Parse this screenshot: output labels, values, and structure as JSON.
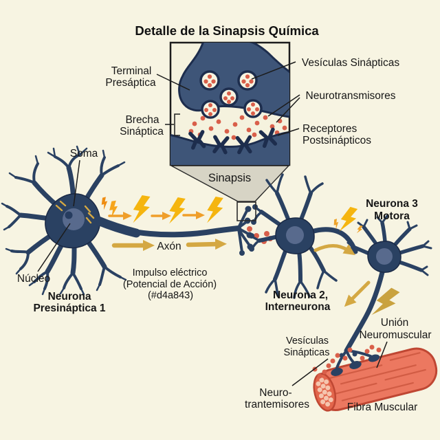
{
  "title": "Detalle de la Sinapsis Química",
  "colors": {
    "background": "#f7f4e2",
    "neuron_body": "#2a4162",
    "nucleus": "#5d6f92",
    "inset_membrane": "#3e5578",
    "membrane_outline": "#1d2d4d",
    "vesicle_fill": "#f7f4e1",
    "neurotransmitter_red": "#d95f4a",
    "lightning_yellow": "#f5b50f",
    "lightning_orange": "#ee8d12",
    "impulse_gold": "#d4a843",
    "muscle_fill": "#ec7860",
    "muscle_outline": "#bf4733",
    "funnel_gray": "#d7d4c5"
  },
  "inset": {
    "labels": {
      "terminal": [
        "Terminal",
        "Presáptica"
      ],
      "vesiculas": "Vesículas Sinápticas",
      "neurotransmisores": "Neurotransmisores",
      "receptores": [
        "Receptores",
        "Postsinápticos"
      ],
      "brecha": [
        "Brecha",
        "Sináptica"
      ],
      "sinapsis": "Sinapsis"
    }
  },
  "main": {
    "soma": "Soma",
    "nucleo": "Núcleo",
    "neurona1": [
      "Neurona",
      "Presináptica 1"
    ],
    "axon": "Axón",
    "impulso": [
      "Impulso eléctrico",
      "(Potencial de Acción)",
      "(#d4a843)"
    ],
    "neurona2": [
      "Neurona 2,",
      "Interneurona"
    ],
    "neurona3": [
      "Neurona 3",
      "Motora"
    ]
  },
  "neuromuscular": {
    "vesiculas": [
      "Vesículas",
      "Sinápticas"
    ],
    "union": [
      "Unión",
      "Neuromuscular"
    ],
    "neurotransmisores": [
      "Neuro-",
      "trantemisores"
    ],
    "fibra": "Fibra Muscular"
  }
}
